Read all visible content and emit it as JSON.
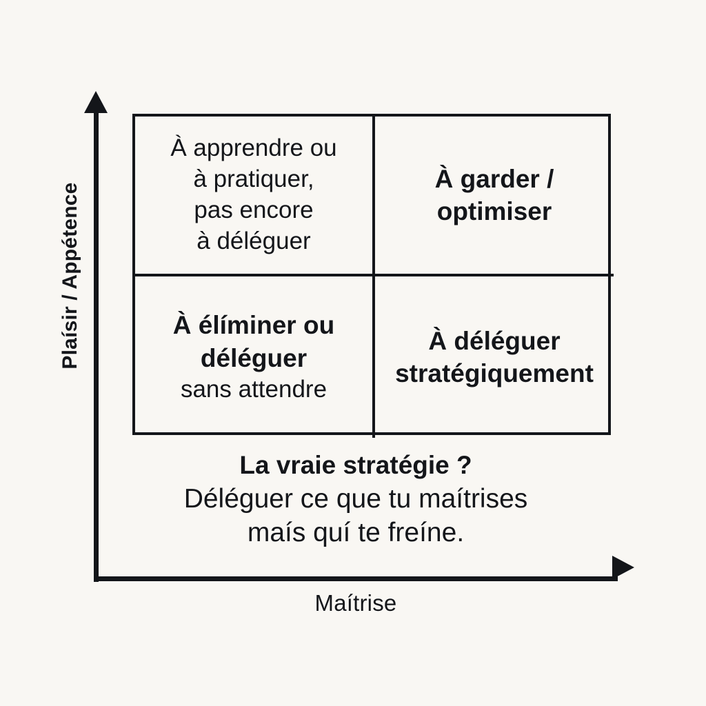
{
  "meta": {
    "background_color": "#f9f7f3",
    "ink_color": "#14161a"
  },
  "axes": {
    "y_label": "Plaísir / Appétence",
    "x_label": "Maítrise",
    "y_arrow_icon": "arrow-up-icon",
    "x_arrow_icon": "arrow-right-icon"
  },
  "matrix": {
    "quadrants": [
      {
        "position": "top-left",
        "lines": [
          {
            "text": "À apprendre ou",
            "weight": "regular"
          },
          {
            "text": "à pratiquer,",
            "weight": "regular"
          },
          {
            "text": "pas encore",
            "weight": "regular"
          },
          {
            "text": "à déléguer",
            "weight": "regular"
          }
        ]
      },
      {
        "position": "top-right",
        "lines": [
          {
            "text": "À garder /",
            "weight": "bold"
          },
          {
            "text": "optimiser",
            "weight": "bold"
          }
        ]
      },
      {
        "position": "bottom-left",
        "lines": [
          {
            "text": "À élíminer ou",
            "weight": "bold"
          },
          {
            "text": "déléguer",
            "weight": "bold"
          },
          {
            "text": "sans attendre",
            "weight": "regular"
          }
        ]
      },
      {
        "position": "bottom-right",
        "lines": [
          {
            "text": "À déléguer",
            "weight": "bold"
          },
          {
            "text": "stratégiquement",
            "weight": "bold"
          }
        ]
      }
    ]
  },
  "caption": {
    "headline": "La vraie stratégie ?",
    "body_lines": [
      "Déléguer ce que tu maítrises",
      "maís quí te freíne."
    ]
  }
}
